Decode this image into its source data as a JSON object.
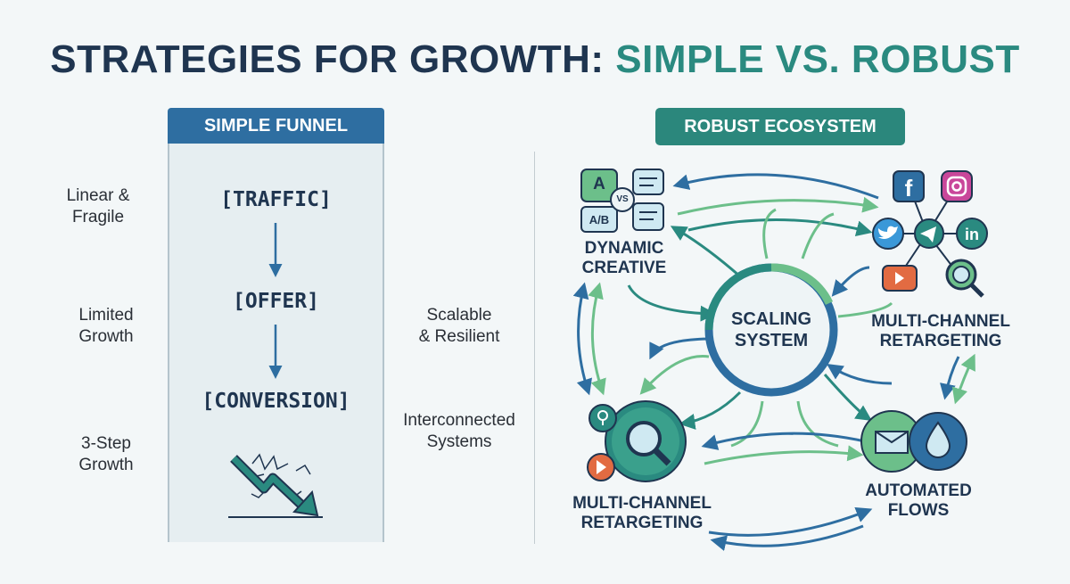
{
  "title": {
    "part1": "STRATEGIES FOR GROWTH:",
    "part2": "SIMPLE VS. ROBUST"
  },
  "simple": {
    "header": "SIMPLE FUNNEL",
    "steps": [
      "[TRAFFIC]",
      "[OFFER]",
      "[CONVERSION]"
    ],
    "notes": [
      {
        "l1": "Linear &",
        "l2": "Fragile"
      },
      {
        "l1": "Limited",
        "l2": "Growth"
      },
      {
        "l1": "3-Step",
        "l2": "Growth"
      }
    ]
  },
  "middle": [
    {
      "l1": "Scalable",
      "l2": "& Resilient"
    },
    {
      "l1": "Interconnected",
      "l2": "Systems"
    }
  ],
  "robust": {
    "header": "ROBUST ECOSYSTEM",
    "center": {
      "l1": "SCALING",
      "l2": "SYSTEM"
    },
    "nodes": {
      "dynamic": {
        "l1": "DYNAMIC",
        "l2": "CREATIVE",
        "icon_a": "A",
        "icon_vs": "VS",
        "icon_ab": "A/B"
      },
      "social": {
        "l1": "MULTI-CHANNEL",
        "l2": "RETARGETING"
      },
      "search": {
        "l1": "MULTI-CHANNEL",
        "l2": "RETARGETING"
      },
      "flows": {
        "l1": "AUTOMATED",
        "l2": "FLOWS"
      }
    },
    "social_icons": [
      "facebook-icon",
      "instagram-icon",
      "twitter-icon",
      "telegram-icon",
      "linkedin-icon",
      "youtube-icon",
      "search-icon"
    ]
  },
  "colors": {
    "navy": "#1f3550",
    "teal": "#2a8a80",
    "blue": "#2e6ea1",
    "green": "#6cbf8a"
  }
}
